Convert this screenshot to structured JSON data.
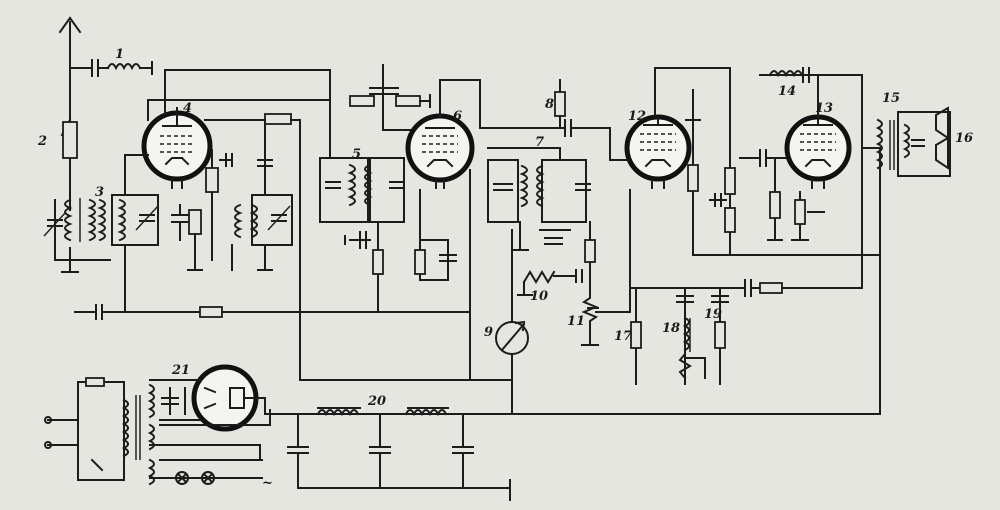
{
  "diagram": {
    "type": "radio-receiver-circuit-schematic",
    "labels": {
      "l1": "1",
      "l2": "2",
      "l3": "3",
      "l4": "4",
      "l5": "5",
      "l6": "6",
      "l7": "7",
      "l8": "8",
      "l9": "9",
      "l10": "10",
      "l11": "11",
      "l12": "12",
      "l13": "13",
      "l14": "14",
      "l15": "15",
      "l16": "16",
      "l17": "17",
      "l18": "18",
      "l19": "19",
      "l20": "20",
      "l21": "21",
      "ac": "~"
    },
    "colors": {
      "ink": "#1c1c1c",
      "paper": "#e6e6e1"
    }
  }
}
